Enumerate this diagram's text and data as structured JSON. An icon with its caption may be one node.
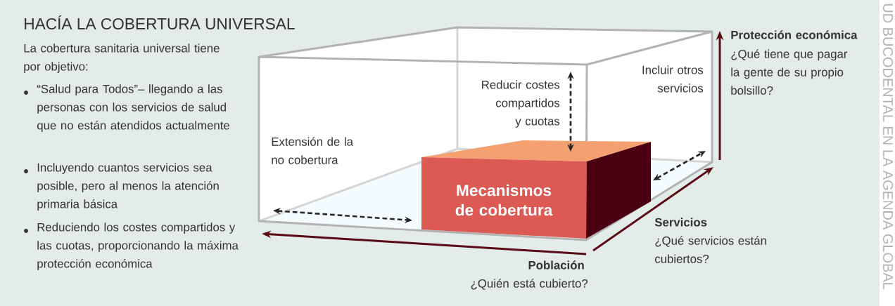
{
  "diagram": {
    "title": "HACÍA LA COBERTURA UNIVERSAL",
    "nodes": [
      {
        "text": [
          "Mecanismos de cobertura"
        ]
      }
    ],
    "labels": [
      "La cobertura sanitaria universal tiene por objetivo:",
      "“Salud para Todos”– llegando a las personas con los servicios de salud que no están atendidos actualmente",
      "Incluyendo cuantos servicios sea posible, pero al menos la atención primaria básica",
      "Reduciendo los costes compartidos y las cuotas, proporcionando la máxima protección económica",
      "Reducir costes compartidos y cuotas",
      "Incluir otros servicios",
      "Extensión de la no cobertura",
      "Protección económica",
      "¿Qué tiene que pagar la gente de su propio bolsillo?",
      "Servicios",
      "¿Qué servicios están cubiertos?",
      "Población",
      "¿Quién está cubierto?",
      "UD BUCODENTAL EN LA AGENDA GLOBAL"
    ]
  }
}
